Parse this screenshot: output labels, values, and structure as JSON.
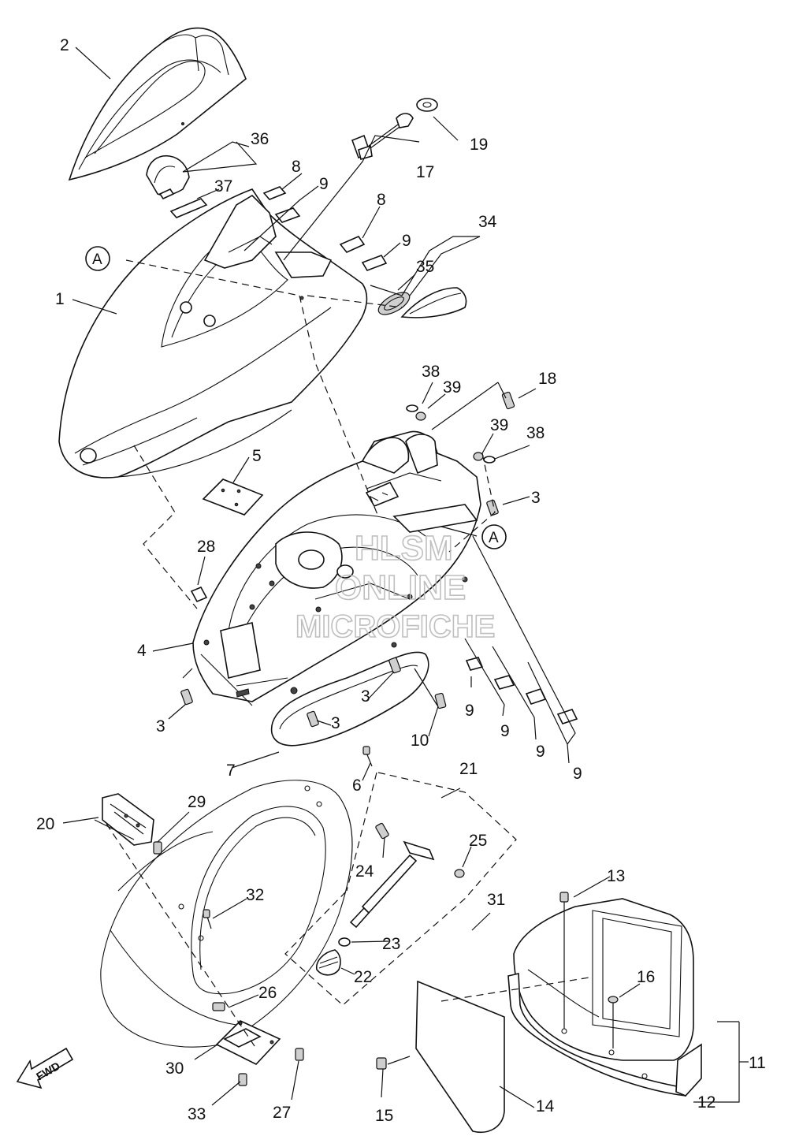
{
  "diagram": {
    "callouts": [
      "1",
      "2",
      "3",
      "4",
      "5",
      "6",
      "7",
      "8",
      "9",
      "10",
      "11",
      "12",
      "13",
      "14",
      "15",
      "16",
      "17",
      "18",
      "19",
      "20",
      "21",
      "22",
      "23",
      "24",
      "25",
      "26",
      "27",
      "28",
      "29",
      "30",
      "31",
      "32",
      "33",
      "34",
      "35",
      "36",
      "37",
      "38",
      "39"
    ],
    "reference_marker": "A",
    "direction_marker": "FWD",
    "watermark": {
      "line1": "HLSM",
      "line2": "ONLINE",
      "line3": "MICROFICHE"
    }
  }
}
